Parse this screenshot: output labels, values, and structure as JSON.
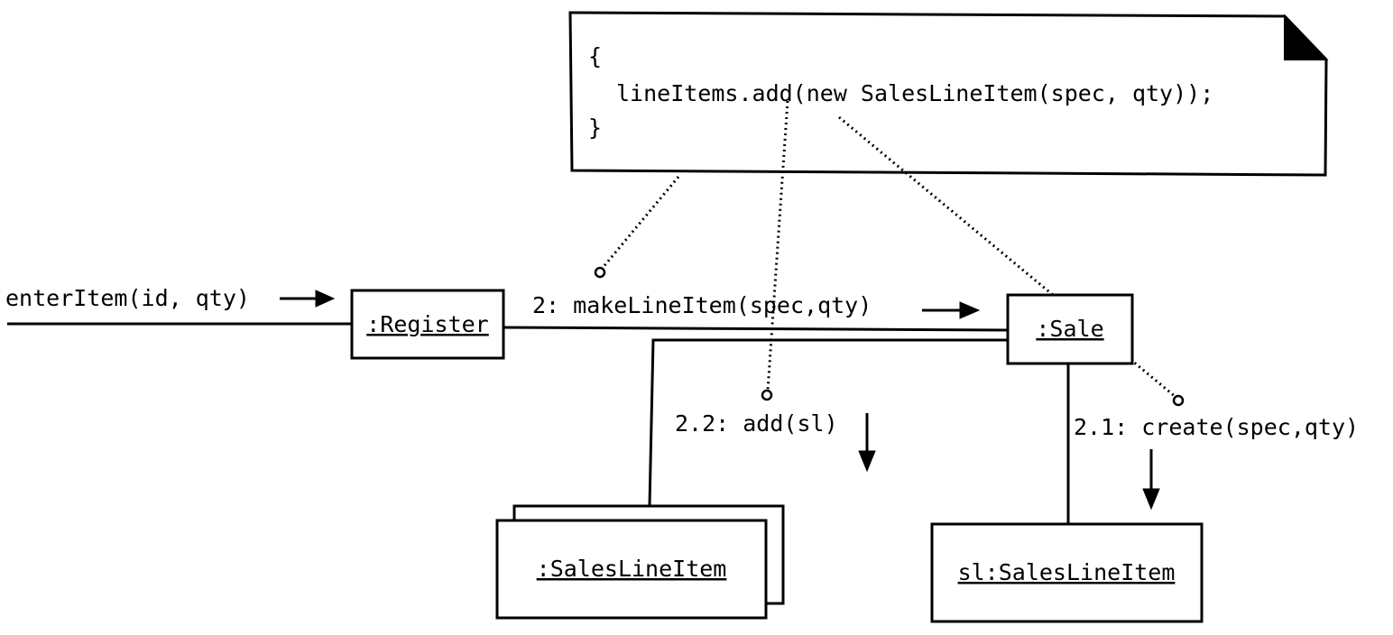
{
  "note": {
    "line1": "{",
    "line2": "lineItems.add(new SalesLineItem(spec, qty));",
    "line3": "}"
  },
  "messages": {
    "enter_item": "enterItem(id, qty)",
    "make_line_item": "2: makeLineItem(spec,qty)",
    "add": "2.2: add(sl)",
    "create": "2.1: create(spec,qty)"
  },
  "objects": {
    "register": ":Register",
    "sale": ":Sale",
    "sales_line_items": ":SalesLineItem",
    "sl": "sl:SalesLineItem"
  },
  "colors": {
    "ink": "#000000",
    "background": "#ffffff"
  }
}
